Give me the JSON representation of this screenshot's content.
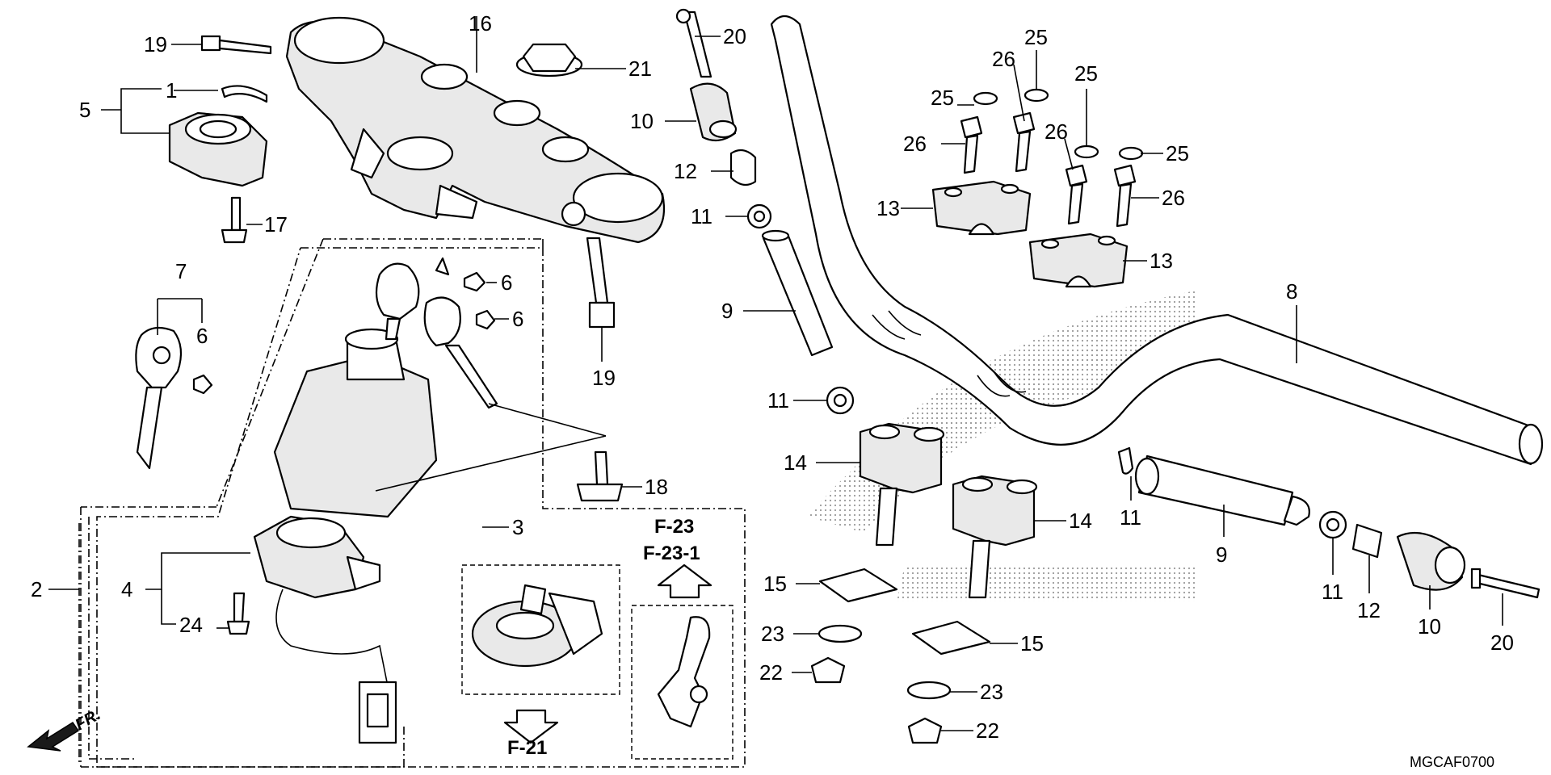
{
  "diagram": {
    "code": "MGCAF0700",
    "direction_label": "FR.",
    "refs": {
      "f21": "F-21",
      "f23": "F-23",
      "f23_1": "F-23-1"
    },
    "callouts": {
      "c1": "1",
      "c2": "2",
      "c3": "3",
      "c4": "4",
      "c5": "5",
      "c6a": "6",
      "c6b": "6",
      "c6c": "6",
      "c7": "7",
      "c8": "8",
      "c9a": "9",
      "c9b": "9",
      "c10a": "10",
      "c10b": "10",
      "c11a": "11",
      "c11b": "11",
      "c11c": "11",
      "c11d": "11",
      "c12a": "12",
      "c12b": "12",
      "c13a": "13",
      "c13b": "13",
      "c14a": "14",
      "c14b": "14",
      "c15a": "15",
      "c15b": "15",
      "c16": "16",
      "c17": "17",
      "c18": "18",
      "c19a": "19",
      "c19b": "19",
      "c20a": "20",
      "c20b": "20",
      "c21": "21",
      "c22a": "22",
      "c22b": "22",
      "c23a": "23",
      "c23b": "23",
      "c24": "24",
      "c25a": "25",
      "c25b": "25",
      "c25c": "25",
      "c25d": "25",
      "c26a": "26",
      "c26b": "26",
      "c26c": "26",
      "c26d": "26"
    }
  }
}
